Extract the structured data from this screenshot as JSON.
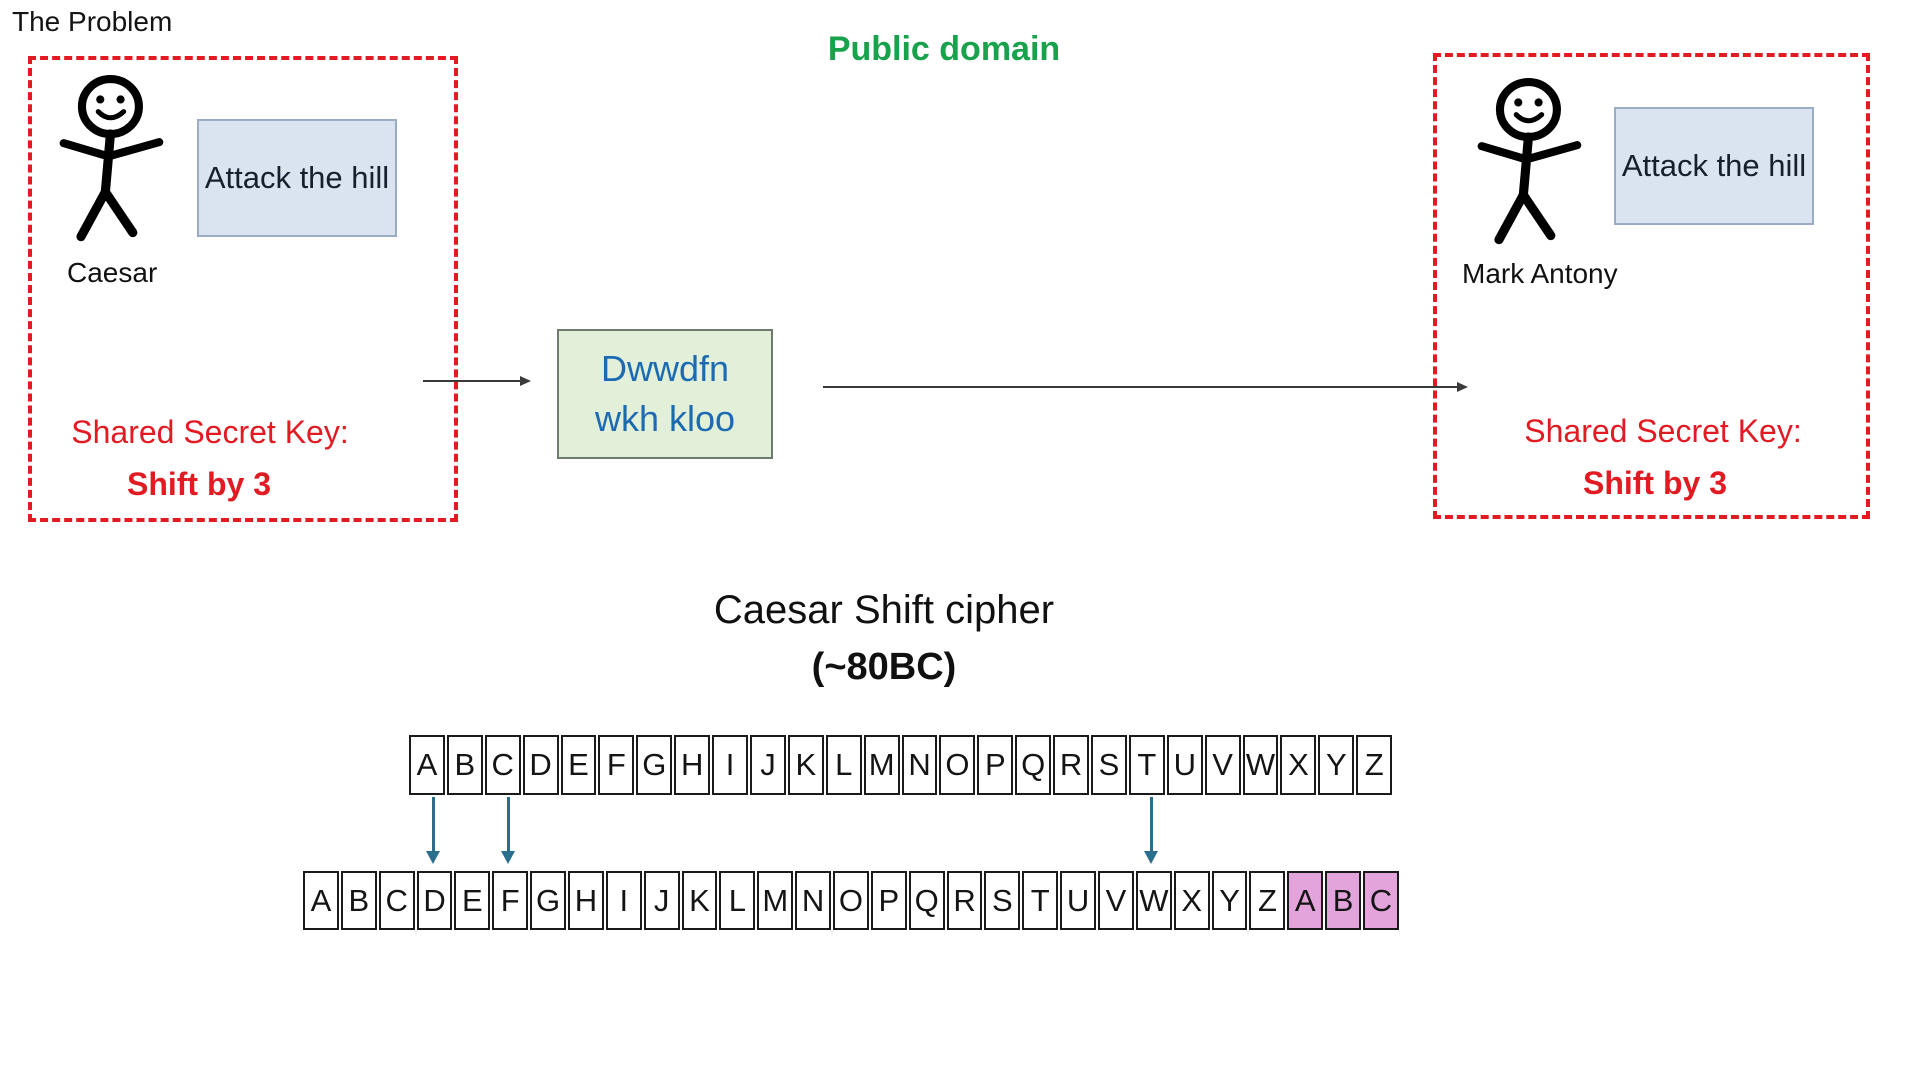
{
  "title": "The Problem",
  "public_domain_label": "Public domain",
  "actors": {
    "left": {
      "name": "Caesar",
      "message": "Attack the hill",
      "key_label": "Shared Secret Key:",
      "key_value": "Shift by 3"
    },
    "right": {
      "name": "Mark Antony",
      "message": "Attack the hill",
      "key_label": "Shared Secret Key:",
      "key_value": "Shift by 3"
    }
  },
  "ciphertext": {
    "line1": "Dwwdfn",
    "line2": "wkh kloo"
  },
  "cipher": {
    "title": "Caesar Shift cipher",
    "subtitle": "(~80BC)",
    "plain_row": [
      "A",
      "B",
      "C",
      "D",
      "E",
      "F",
      "G",
      "H",
      "I",
      "J",
      "K",
      "L",
      "M",
      "N",
      "O",
      "P",
      "Q",
      "R",
      "S",
      "T",
      "U",
      "V",
      "W",
      "X",
      "Y",
      "Z"
    ],
    "cipher_row": [
      "A",
      "B",
      "C",
      "D",
      "E",
      "F",
      "G",
      "H",
      "I",
      "J",
      "K",
      "L",
      "M",
      "N",
      "O",
      "P",
      "Q",
      "R",
      "S",
      "T",
      "U",
      "V",
      "W",
      "X",
      "Y",
      "Z",
      "A",
      "B",
      "C"
    ],
    "highlighted": [
      "A",
      "B",
      "C"
    ],
    "shift_examples": [
      {
        "from": "A",
        "to": "D"
      },
      {
        "from": "C",
        "to": "F"
      },
      {
        "from": "T",
        "to": "W"
      }
    ]
  },
  "colors": {
    "red_accent": "#E21A22",
    "green_text": "#17A24B",
    "cipher_blue": "#1C6BB2",
    "green_box_bg": "#E2F0DA",
    "blue_box_bg": "#D9E4F0",
    "highlight_pink": "#E3A4DC",
    "shift_arrow_teal": "#2B6F8E"
  }
}
